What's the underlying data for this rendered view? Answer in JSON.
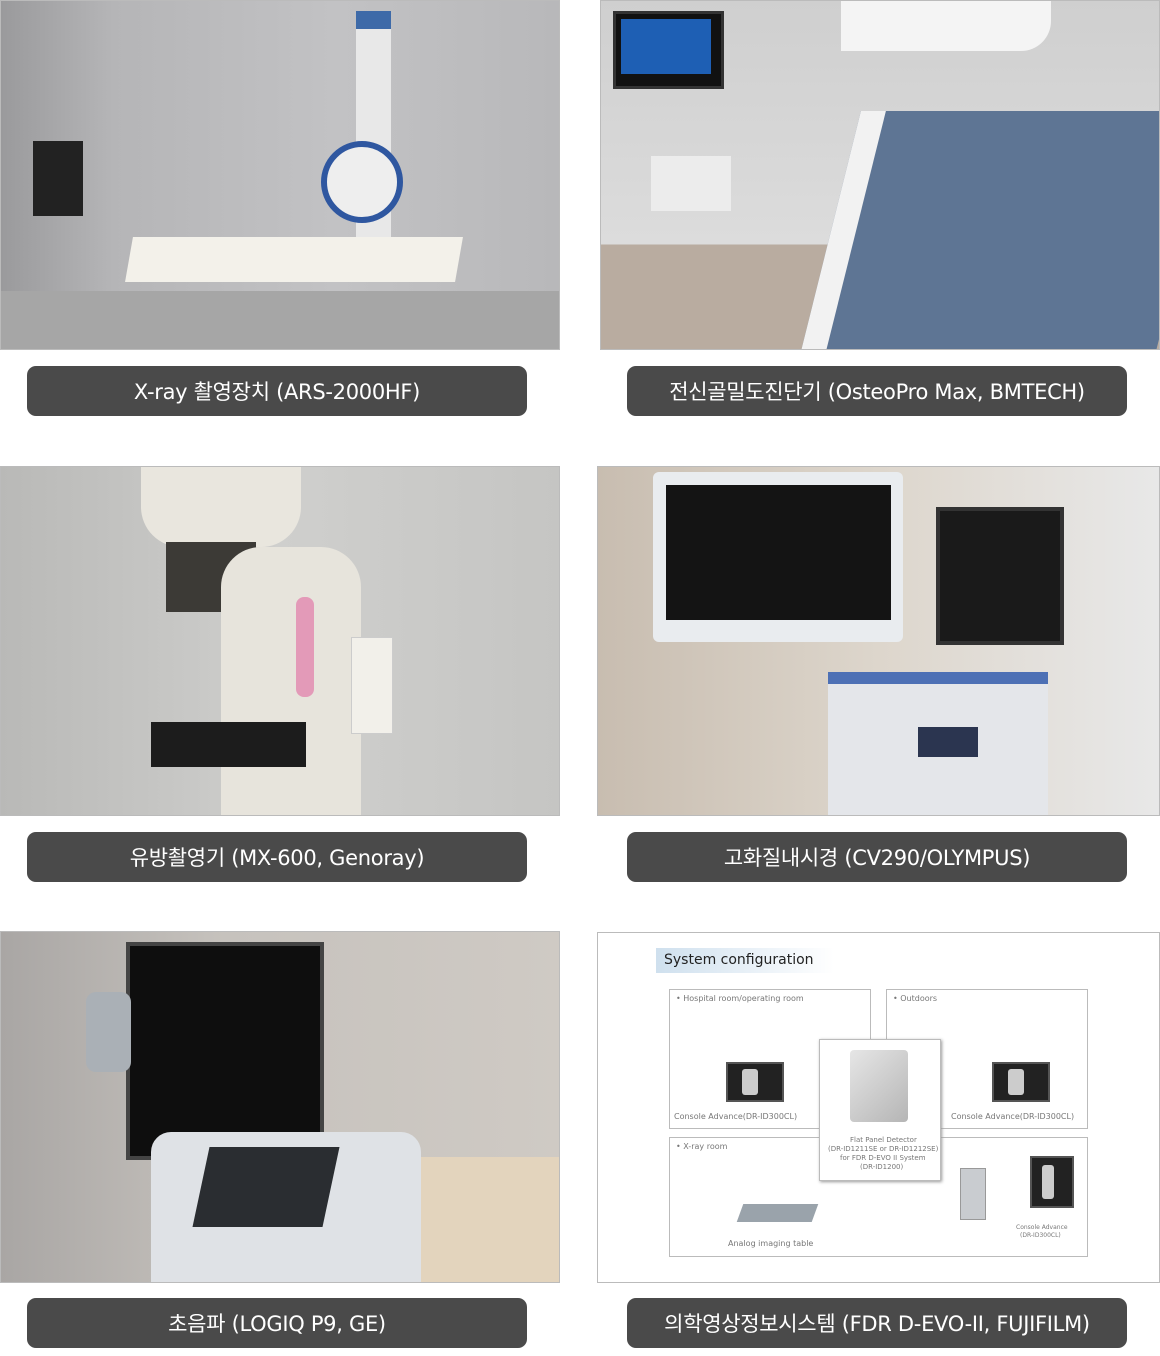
{
  "gallery": [
    {
      "caption": "X-ray 촬영장치 (ARS-2000HF)"
    },
    {
      "caption": "전신골밀도진단기 (OsteoPro Max, BMTECH)"
    },
    {
      "caption": "유방촬영기 (MX-600, Genoray)"
    },
    {
      "caption": "고화질내시경 (CV290/OLYMPUS)"
    },
    {
      "caption": "초음파 (LOGIQ P9, GE)"
    },
    {
      "caption": "의학영상정보시스템 (FDR D-EVO-II, FUJIFILM)"
    }
  ],
  "diagram": {
    "title": "System configuration",
    "hospital": "• Hospital room/operating room",
    "outdoors": "• Outdoors",
    "xray_room": "• X-ray room",
    "console_left": "Console Advance(DR-ID300CL)",
    "console_right": "Console Advance(DR-ID300CL)",
    "detector_1": "Flat Panel Detector",
    "detector_2": "(DR-ID1211SE or DR-ID1212SE)",
    "detector_3": "for FDR D-EVO II System",
    "detector_4": "(DR-ID1200)",
    "analog_table": "Analog imaging table",
    "console_bottom_1": "Console Advance",
    "console_bottom_2": "(DR-ID300CL)"
  }
}
